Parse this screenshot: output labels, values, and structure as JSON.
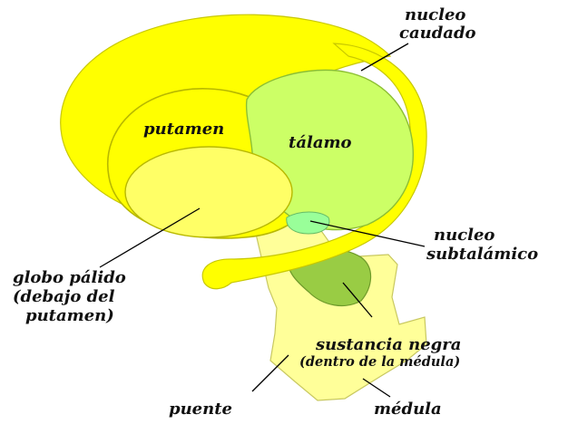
{
  "labels": {
    "nucleo_caudado": [
      "nucleo",
      "caudado"
    ],
    "putamen": "putamen",
    "talamo": "tálamo",
    "nucleo_subtalamico": [
      "nucleo",
      "subtalámico"
    ],
    "globo_palido": [
      "globo pálido",
      "(debajo del",
      "putamen)"
    ],
    "sustancia_negra": "sustancia negra",
    "sustancia_negra_note": "(dentro de la médula)",
    "puente": "puente",
    "medula": "médula"
  },
  "colors": {
    "caudate_yellow": "#FFFF00",
    "globus_pallidus": "#FFFF66",
    "thalamus_green": "#CCFF66",
    "subthalamic_green": "#99FF99",
    "substantia_nigra": "#99CC44",
    "brainstem_yellow": "#FFFF99",
    "outline": "#B8B800",
    "leader_line": "#000000"
  }
}
